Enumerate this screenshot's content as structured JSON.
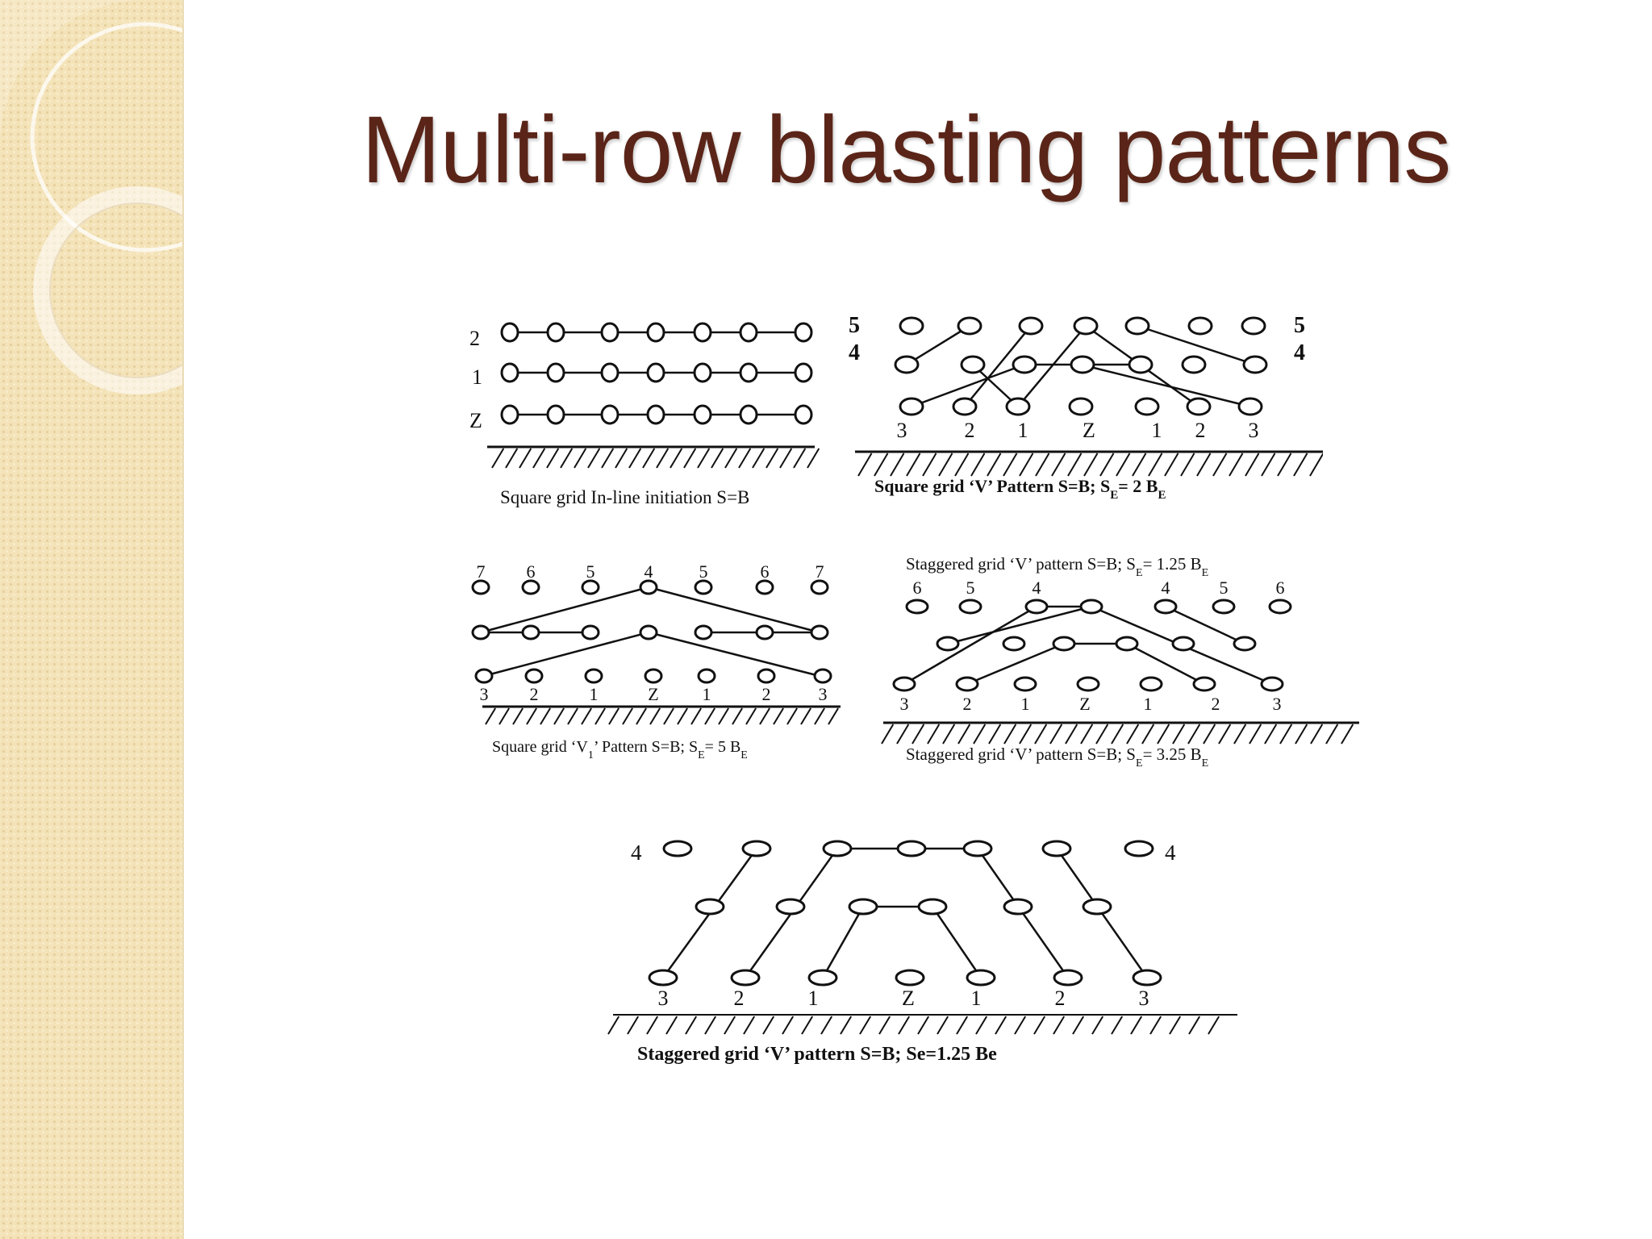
{
  "slide": {
    "title": "Multi-row blasting patterns"
  },
  "diagrams": {
    "square_inline": {
      "caption": "Square grid In-line initiation S=B",
      "row_labels": [
        "2",
        "1",
        "Z"
      ]
    },
    "square_v": {
      "caption": "Square grid ‘V’ Pattern S=B; S",
      "caption_sub1": "E",
      "caption_mid": "= 2 B",
      "caption_sub2": "E",
      "side_labels": [
        "5",
        "4",
        "5",
        "4"
      ],
      "bottom_labels": [
        "3",
        "2",
        "1",
        "Z",
        "1",
        "2",
        "3"
      ]
    },
    "square_v1": {
      "caption": "Square grid ‘V",
      "caption_sub1": "1",
      "caption_mid": "’ Pattern S=B; S",
      "caption_sub2": "E",
      "caption_end": "= 5 B",
      "caption_sub3": "E",
      "top_labels": [
        "7",
        "6",
        "5",
        "4",
        "5",
        "6",
        "7"
      ],
      "bottom_labels": [
        "3",
        "2",
        "1",
        "Z",
        "1",
        "2",
        "3"
      ]
    },
    "staggered_v_a": {
      "caption_top": "Staggered grid ‘V’ pattern S=B; S",
      "caption_top_sub1": "E",
      "caption_top_mid": "= 1.25 B",
      "caption_top_sub2": "E",
      "caption_bottom": "Staggered grid ‘V’ pattern S=B; S",
      "caption_bottom_sub1": "E",
      "caption_bottom_mid": "= 3.25 B",
      "caption_bottom_sub2": "E",
      "top_labels": [
        "6",
        "5",
        "4",
        "4",
        "5",
        "6"
      ],
      "bottom_labels": [
        "3",
        "2",
        "1",
        "Z",
        "1",
        "2",
        "3"
      ]
    },
    "staggered_v_b": {
      "caption": "Staggered grid ‘V’ pattern S=B; Se=1.25 Be",
      "side_labels": [
        "4",
        "4"
      ],
      "bottom_labels": [
        "3",
        "2",
        "1",
        "Z",
        "1",
        "2",
        "3"
      ]
    }
  }
}
